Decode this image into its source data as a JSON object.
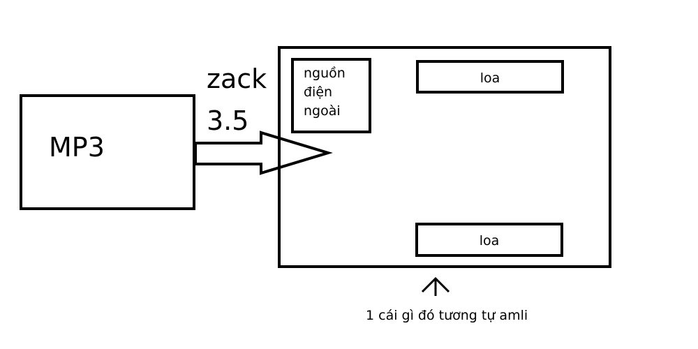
{
  "mp3_label": "MP3",
  "jack_label_line1": "zack",
  "jack_label_line2": "3.5",
  "power_label_lines": [
    "nguồn",
    "điện",
    "ngoài"
  ],
  "speaker_top_label": "loa",
  "speaker_bottom_label": "loa",
  "amp_caption": "1 cái gì đó tương tự amli",
  "colors": {
    "stroke": "#000000",
    "background": "#ffffff"
  }
}
